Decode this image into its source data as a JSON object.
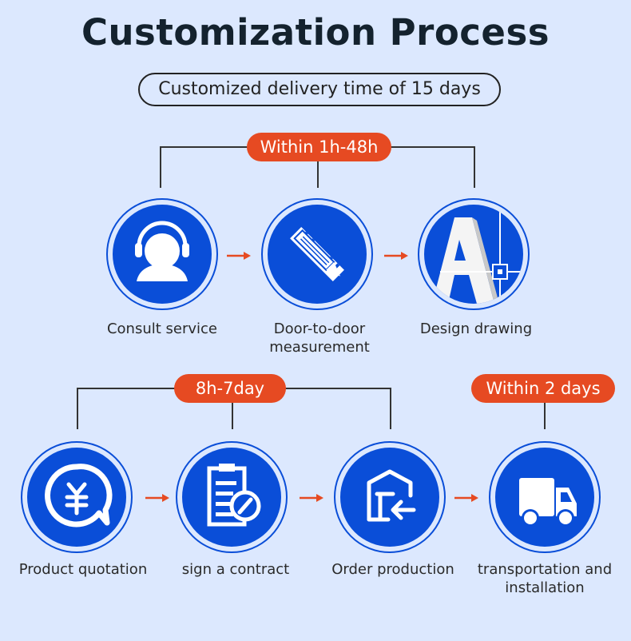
{
  "title": "Customization Process",
  "subtitle": "Customized delivery time of 15 days",
  "colors": {
    "background": "#dce8fe",
    "node_blue": "#0a4ed8",
    "badge_orange": "#e64a22",
    "arrow_orange": "#e64a22"
  },
  "row1": {
    "badge": "Within 1h-48h",
    "steps": [
      {
        "label": "Consult service",
        "icon": "headset-user-icon"
      },
      {
        "label": "Door-to-door measurement",
        "icon": "ruler-pencil-icon"
      },
      {
        "label": "Design drawing",
        "icon": "cad-letter-a-icon"
      }
    ]
  },
  "row2": {
    "badges": [
      "8h-7day",
      "Within 2 days"
    ],
    "steps": [
      {
        "label": "Product quotation",
        "icon": "yen-chat-bubble-icon"
      },
      {
        "label": "sign a contract",
        "icon": "clipboard-pen-icon"
      },
      {
        "label": "Order production",
        "icon": "warehouse-inbound-icon"
      },
      {
        "label": "transportation and installation",
        "icon": "truck-icon"
      }
    ]
  }
}
